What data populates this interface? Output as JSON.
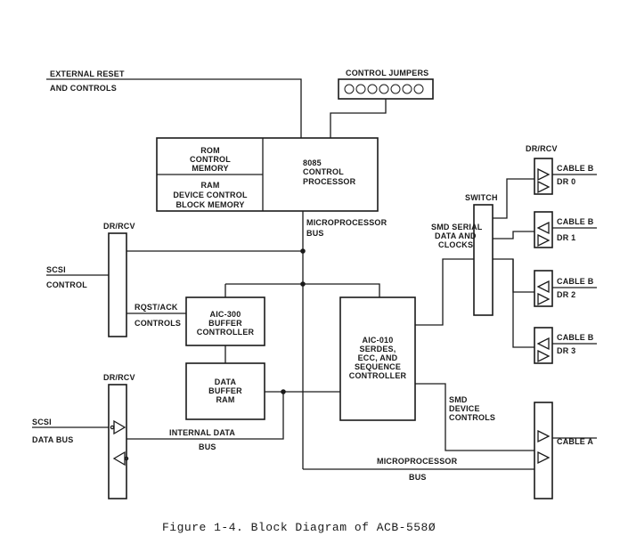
{
  "caption": "Figure 1-4.  Block Diagram of ACB-558Ø",
  "labels": {
    "external_reset_1": "EXTERNAL RESET",
    "external_reset_2": "AND CONTROLS",
    "control_jumpers": "CONTROL JUMPERS",
    "rom_1": "ROM",
    "rom_2": "CONTROL",
    "rom_3": "MEMORY",
    "ram_1": "RAM",
    "ram_2": "DEVICE CONTROL",
    "ram_3": "BLOCK MEMORY",
    "cpu_1": "8085",
    "cpu_2": "CONTROL",
    "cpu_3": "PROCESSOR",
    "mpbus_top_1": "MICROPROCESSOR",
    "mpbus_top_2": "BUS",
    "drrcv_top": "DR/RCV",
    "scsi_control_1": "SCSI",
    "scsi_control_2": "CONTROL",
    "rqst_ack": "RQST/ACK",
    "controls": "CONTROLS",
    "aic300_1": "AIC-300",
    "aic300_2": "BUFFER",
    "aic300_3": "CONTROLLER",
    "dbram_1": "DATA",
    "dbram_2": "BUFFER",
    "dbram_3": "RAM",
    "aic010_1": "AIC-010",
    "aic010_2": "SERDES,",
    "aic010_3": "ECC, AND",
    "aic010_4": "SEQUENCE",
    "aic010_5": "CONTROLLER",
    "drrcv_bottom": "DR/RCV",
    "scsi_data_1": "SCSI",
    "scsi_data_2": "DATA BUS",
    "internal_bus_1": "INTERNAL DATA",
    "internal_bus_2": "BUS",
    "mpbus_bottom_1": "MICROPROCESSOR",
    "mpbus_bottom_2": "BUS",
    "smd_serial_1": "SMD SERIAL",
    "smd_serial_2": "DATA AND",
    "smd_serial_3": "CLOCKS",
    "switch": "SWITCH",
    "drrcv_right": "DR/RCV",
    "cable_b_0": "CABLE B",
    "dr_0": "DR 0",
    "cable_b_1": "CABLE B",
    "dr_1": "DR 1",
    "cable_b_2": "CABLE B",
    "dr_2": "DR 2",
    "cable_b_3": "CABLE B",
    "dr_3": "DR 3",
    "smd_device_1": "SMD",
    "smd_device_2": "DEVICE",
    "smd_device_3": "CONTROLS",
    "cable_a": "CABLE A"
  }
}
